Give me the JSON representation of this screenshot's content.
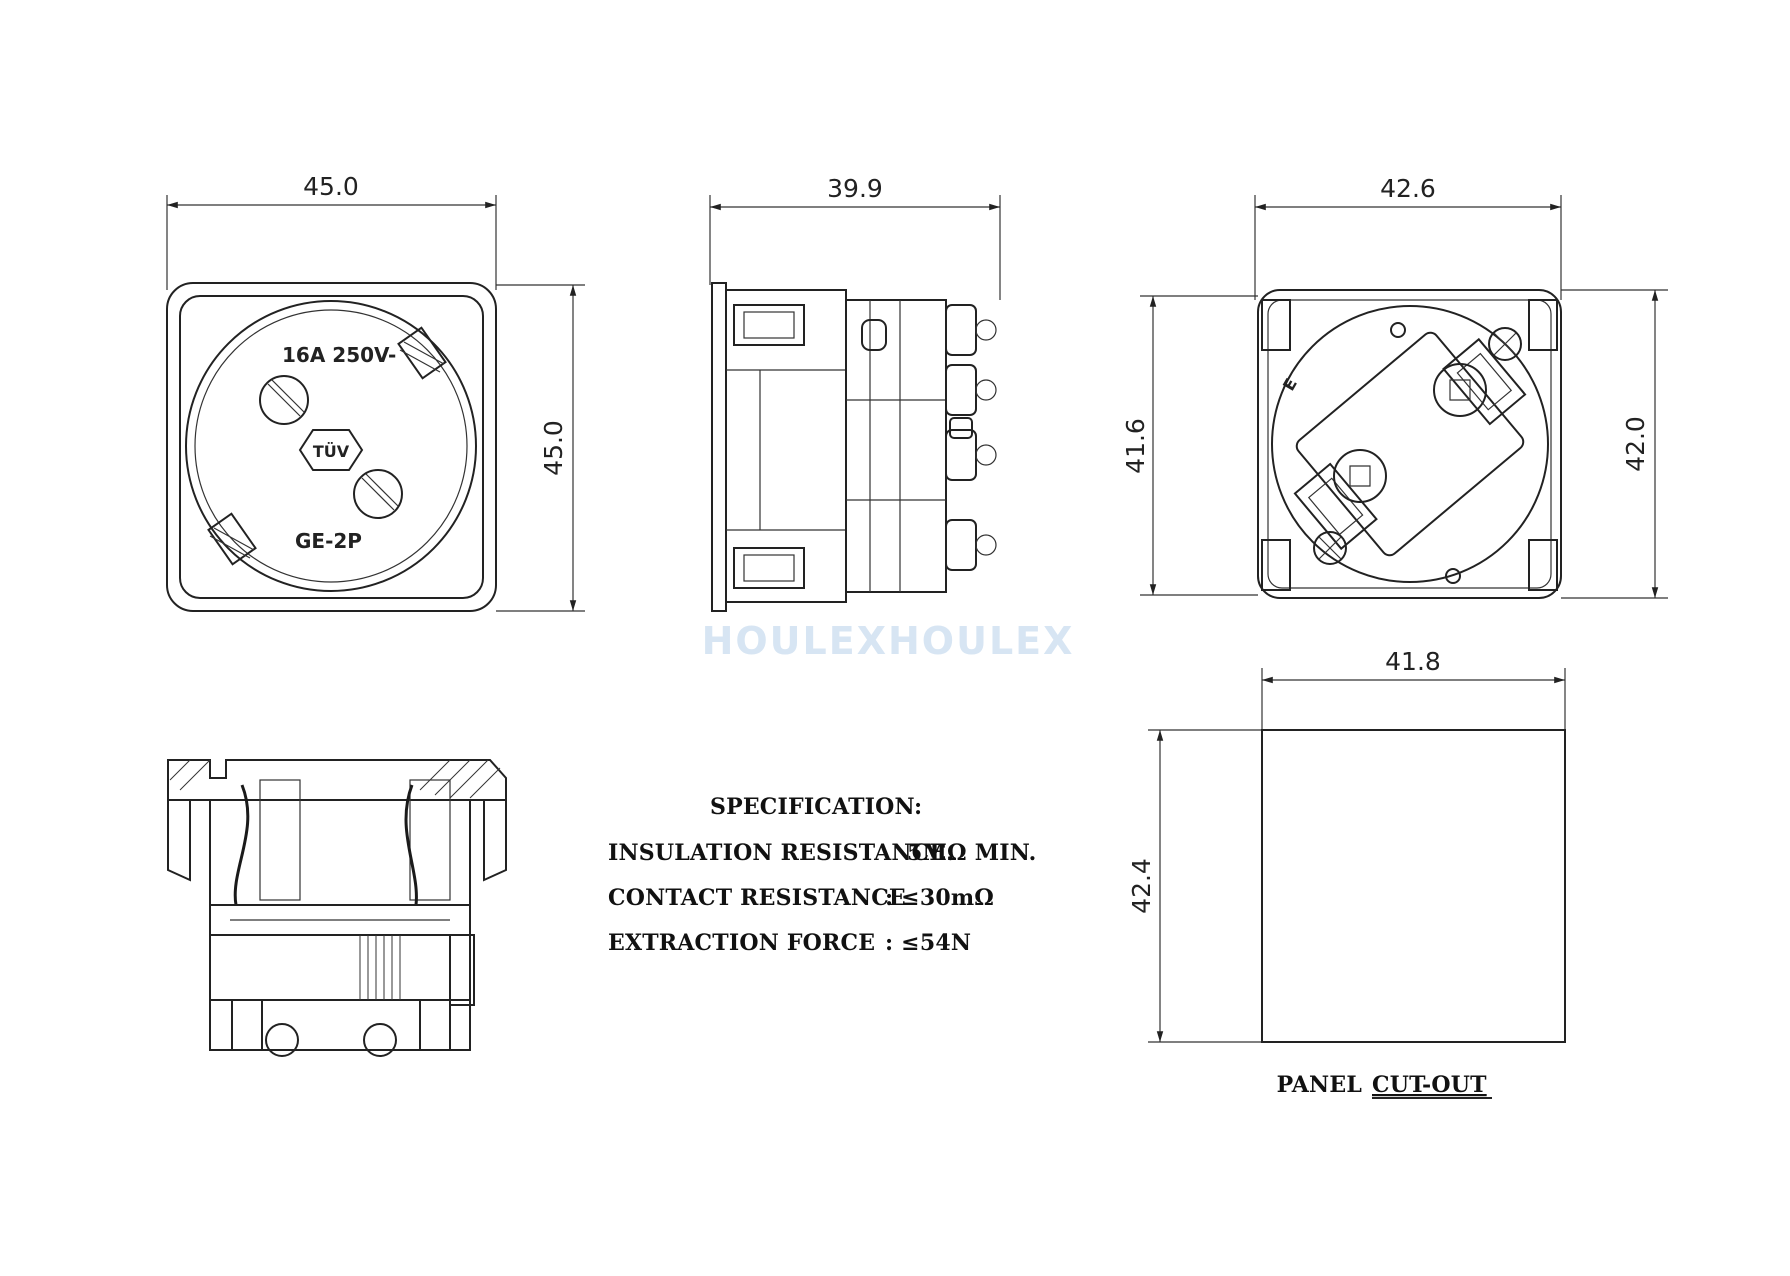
{
  "views": {
    "front": {
      "width_dim": "45.0",
      "height_dim": "45.0",
      "rating_text": "16A 250V-",
      "cert_mark": "TÜV",
      "model_text": "GE-2P"
    },
    "side": {
      "depth_dim": "39.9"
    },
    "rear": {
      "width_dim": "42.6",
      "height_left_dim": "41.6",
      "height_right_dim": "42.0",
      "earth_mark": "E"
    },
    "cutout": {
      "width_dim": "41.8",
      "height_dim": "42.4",
      "label_plain": "PANEL",
      "label_underlined": "CUT-OUT"
    }
  },
  "watermark": "HOULEXHOULEX",
  "specification": {
    "title": "SPECIFICATION:",
    "rows": [
      {
        "label": "INSULATION RESISTANCE:",
        "value": "5MΩ  MIN."
      },
      {
        "label": "CONTACT RESISTANCE",
        "value": ":  ≤30mΩ"
      },
      {
        "label": "EXTRACTION FORCE",
        "value": ":  ≤54N"
      }
    ]
  }
}
